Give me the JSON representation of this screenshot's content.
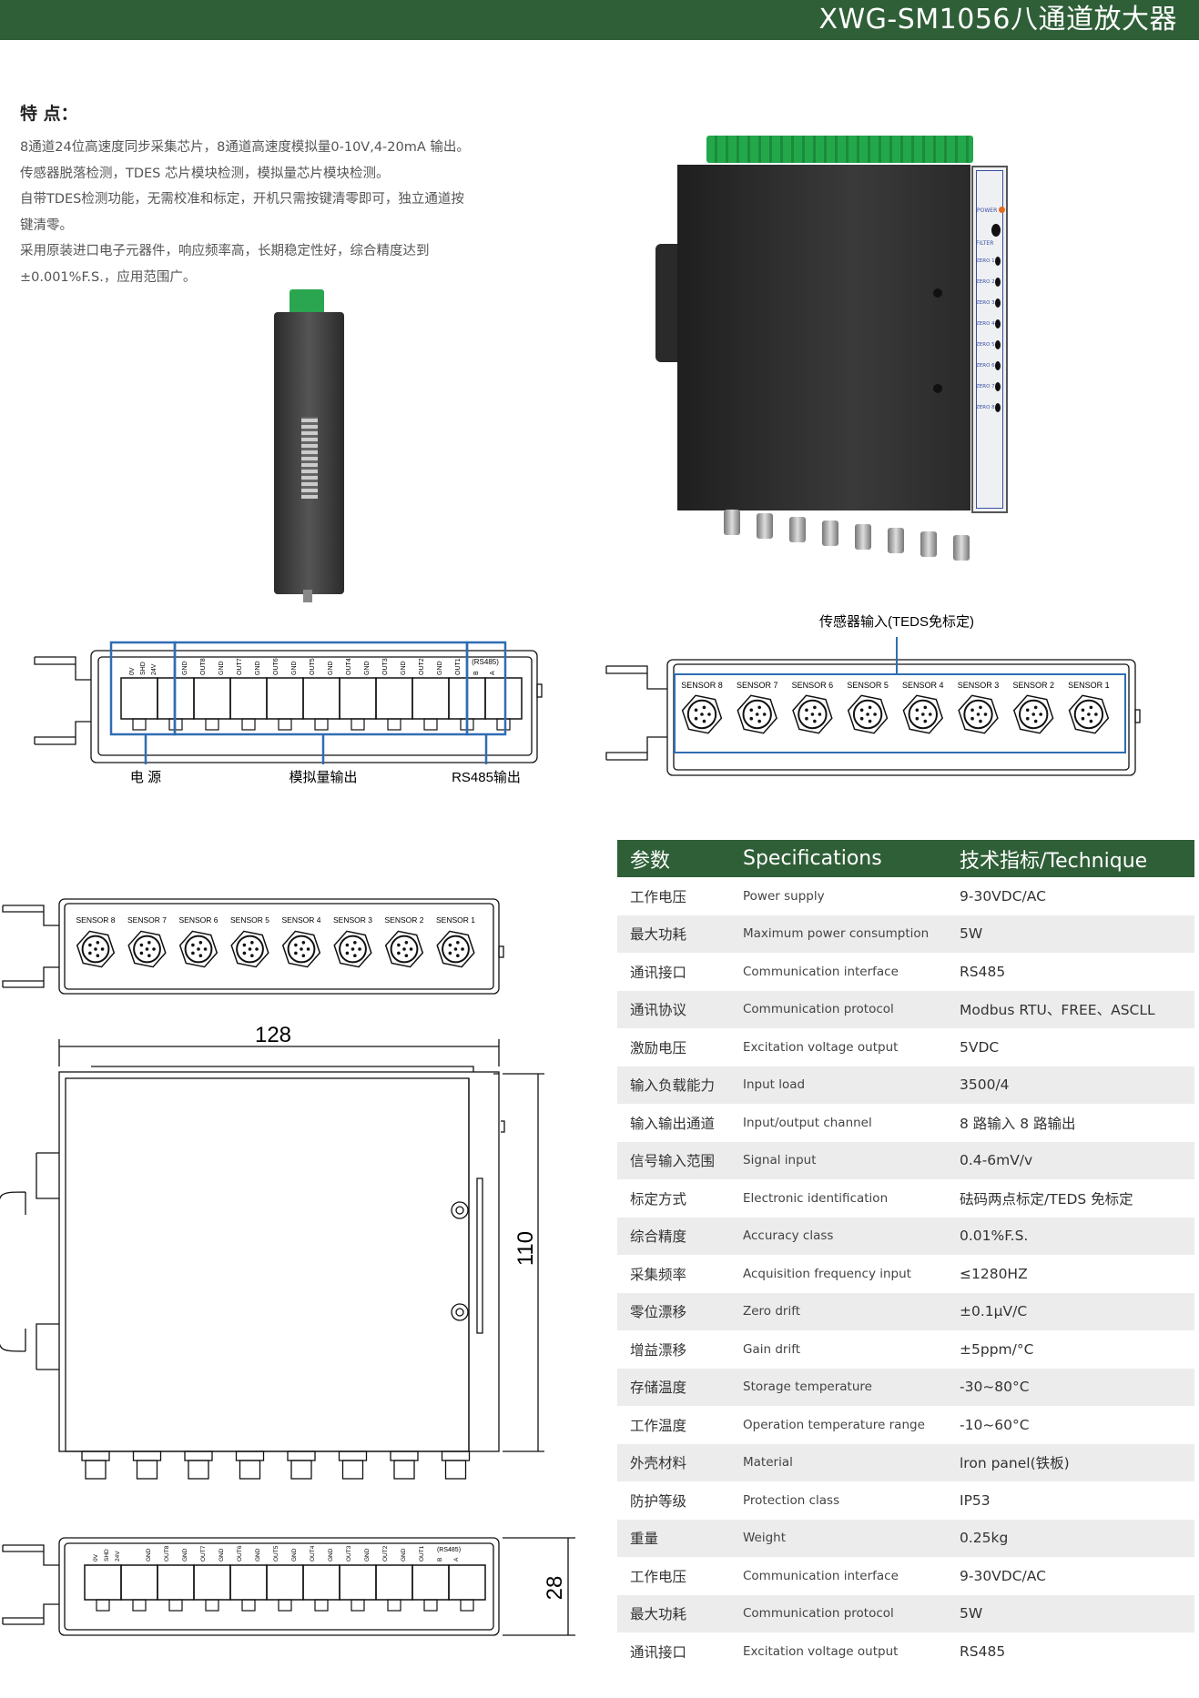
{
  "header": {
    "title": "XWG-SM1056八通道放大器"
  },
  "features": {
    "heading": "特 点：",
    "lines": [
      "8通道24位高速度同步采集芯片，8通道高速度模拟量0-10V,4-20mA 输出。",
      "传感器脱落检测，TDES 芯片模块检测，模拟量芯片模块检测。",
      "自带TDES检测功能，无需校准和标定，开机只需按键清零即可，独立通道按",
      "键清零。",
      "采用原装进口电子元器件，响应频率高，长期稳定性好，综合精度达到",
      "±0.001%F.S.，应用范围广。"
    ]
  },
  "product_panel": {
    "power": "POWER",
    "filter": "FILTER",
    "zero_labels": [
      "ZERO 1",
      "ZERO 2",
      "ZERO 3",
      "ZERO 4",
      "ZERO 5",
      "ZERO 6",
      "ZERO 7",
      "ZERO 8"
    ]
  },
  "terminal_diagram": {
    "power_pins": [
      "0V",
      "SHD",
      "24V"
    ],
    "output_pins": [
      "GND",
      "OUT8",
      "GND",
      "OUT7",
      "GND",
      "OUT6",
      "GND",
      "OUT5",
      "GND",
      "OUT4",
      "GND",
      "OUT3",
      "GND",
      "OUT2",
      "GND",
      "OUT1"
    ],
    "rs485_label": "(RS485)",
    "rs485_pins": [
      "B",
      "A"
    ],
    "callouts": {
      "power": "电 源",
      "analog": "模拟量输出",
      "rs485": "RS485输出"
    }
  },
  "sensor_diagram": {
    "callout": "传感器输入(TEDS免标定)",
    "sensors": [
      "SENSOR 8",
      "SENSOR 7",
      "SENSOR 6",
      "SENSOR 5",
      "SENSOR 4",
      "SENSOR 3",
      "SENSOR 2",
      "SENSOR 1"
    ]
  },
  "dimensions": {
    "width": "128",
    "depth": "110",
    "height": "28"
  },
  "spec_table": {
    "headers": [
      "参数",
      "Specifications",
      "技术指标/Technique"
    ],
    "rows": [
      [
        "工作电压",
        "Power supply",
        "9-30VDC/AC"
      ],
      [
        "最大功耗",
        "Maximum power consumption",
        "5W"
      ],
      [
        "通讯接口",
        "Communication interface",
        "RS485"
      ],
      [
        "通讯协议",
        "Communication protocol",
        "Modbus RTU、FREE、ASCLL"
      ],
      [
        "激励电压",
        "Excitation voltage output",
        "5VDC"
      ],
      [
        "输入负载能力",
        "Input load",
        "3500/4"
      ],
      [
        "输入输出通道",
        "Input/output channel",
        "8 路输入 8 路输出"
      ],
      [
        "信号输入范围",
        "Signal input",
        "0.4-6mV/v"
      ],
      [
        "标定方式",
        "Electronic identification",
        "砝码两点标定/TEDS 免标定"
      ],
      [
        "综合精度",
        "Accuracy class",
        "0.01%F.S."
      ],
      [
        "采集频率",
        "Acquisition frequency input",
        "≤1280HZ"
      ],
      [
        "零位漂移",
        "Zero drift",
        "±0.1μV/C"
      ],
      [
        "增益漂移",
        "Gain drift",
        "±5ppm/°C"
      ],
      [
        "存储温度",
        "Storage temperature",
        "-30~80°C"
      ],
      [
        "工作温度",
        "Operation temperature range",
        "-10~60°C"
      ],
      [
        "外壳材料",
        "Material",
        "lron panel(铁板)"
      ],
      [
        "防护等级",
        "Protection class",
        "IP53"
      ],
      [
        "重量",
        "Weight",
        "0.25kg"
      ],
      [
        "工作电压",
        "Communication interface",
        "9-30VDC/AC"
      ],
      [
        "最大功耗",
        "Communication protocol",
        "5W"
      ],
      [
        "通讯接口",
        "Excitation voltage output",
        "RS485"
      ]
    ]
  },
  "colors": {
    "brand_green": "#2f5f37",
    "callout_blue": "#2f6db3",
    "row_grey": "#ececec"
  }
}
